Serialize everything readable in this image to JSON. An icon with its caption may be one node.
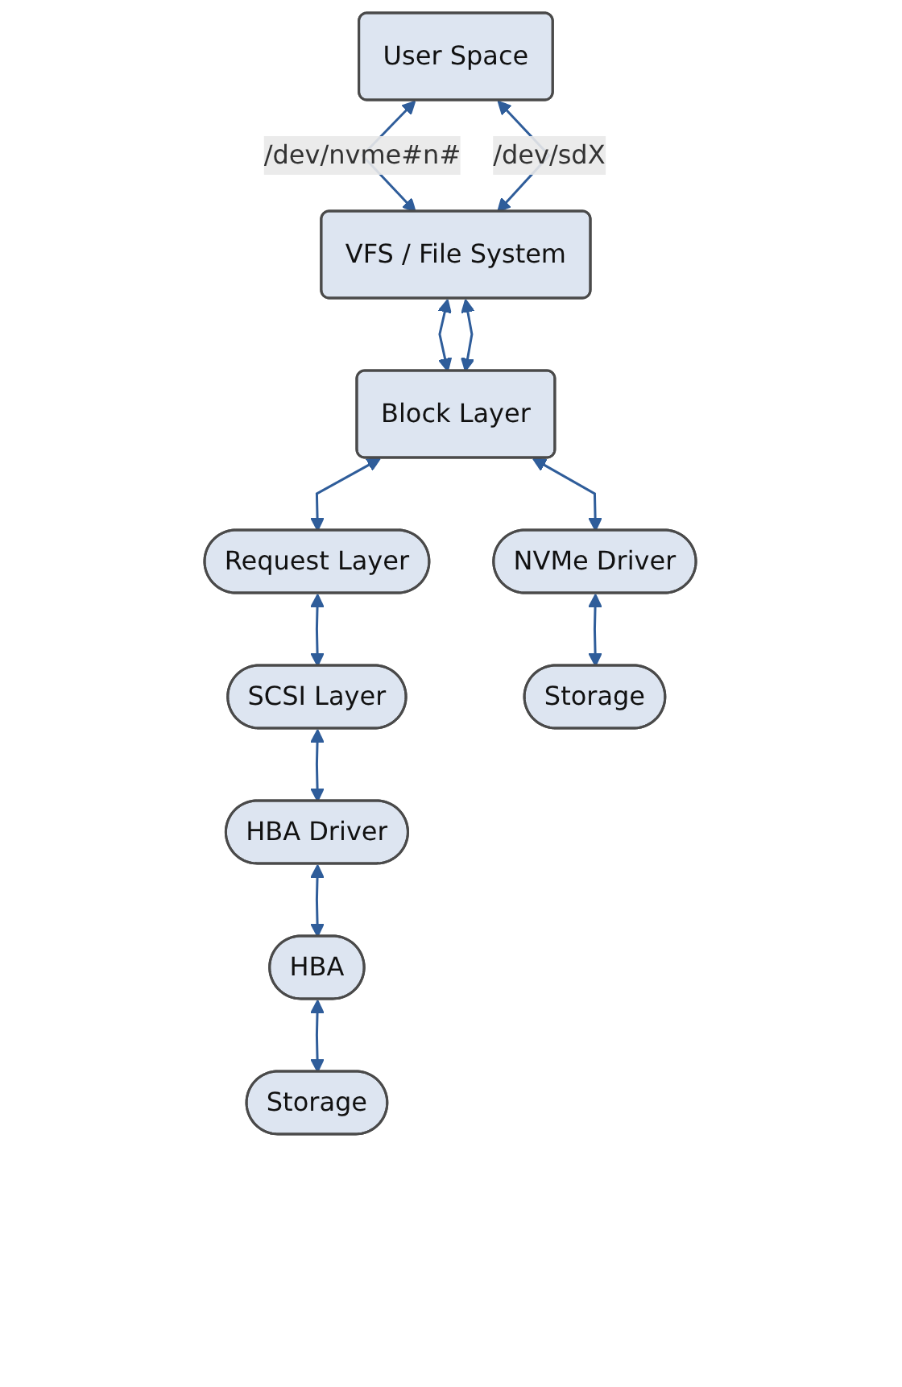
{
  "diagram": {
    "nodes": [
      {
        "text": [
          "User Space"
        ]
      },
      {
        "text": [
          "VFS / File System"
        ]
      },
      {
        "text": [
          "Block Layer"
        ]
      },
      {
        "text": [
          "Request Layer"
        ]
      },
      {
        "text": [
          "SCSI Layer"
        ]
      },
      {
        "text": [
          "NVMe Driver"
        ]
      },
      {
        "text": [
          "HBA Driver"
        ]
      },
      {
        "text": [
          "Storage"
        ]
      },
      {
        "text": [
          "HBA"
        ]
      },
      {
        "text": [
          "Storage"
        ]
      }
    ],
    "edges": [
      {
        "from": 0,
        "to": 1,
        "arrow": "both",
        "label": "/dev/nvme#n#"
      },
      {
        "from": 0,
        "to": 1,
        "arrow": "both",
        "label": "/dev/sdX"
      },
      {
        "from": 1,
        "to": 2,
        "arrow": "both"
      },
      {
        "from": 1,
        "to": 2,
        "arrow": "both"
      },
      {
        "from": 2,
        "to": 5,
        "arrow": "both"
      },
      {
        "from": 2,
        "to": 3,
        "arrow": "both"
      },
      {
        "from": 3,
        "to": 4,
        "arrow": "both"
      },
      {
        "from": 4,
        "to": 6,
        "arrow": "both"
      },
      {
        "from": 5,
        "to": 7,
        "arrow": "both"
      },
      {
        "from": 6,
        "to": 8,
        "arrow": "both"
      },
      {
        "from": 8,
        "to": 9,
        "arrow": "both"
      }
    ]
  }
}
